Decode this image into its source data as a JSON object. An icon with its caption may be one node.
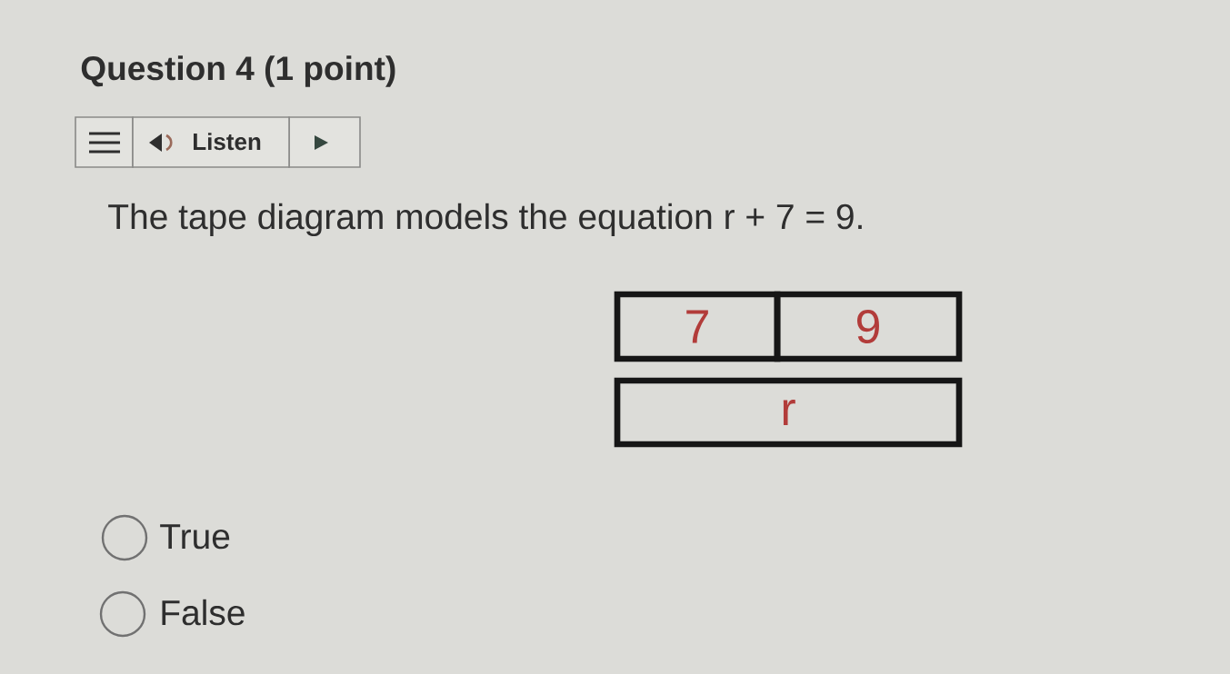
{
  "diagram": {
    "title": "Question 4 (1 point)",
    "nodes": [
      {
        "text": [
          "7"
        ]
      },
      {
        "text": [
          "9"
        ]
      },
      {
        "text": [
          "r"
        ]
      }
    ],
    "labels": [
      "Listen",
      "The tape diagram models the equation r + 7 = 9.",
      "True",
      "False"
    ]
  }
}
